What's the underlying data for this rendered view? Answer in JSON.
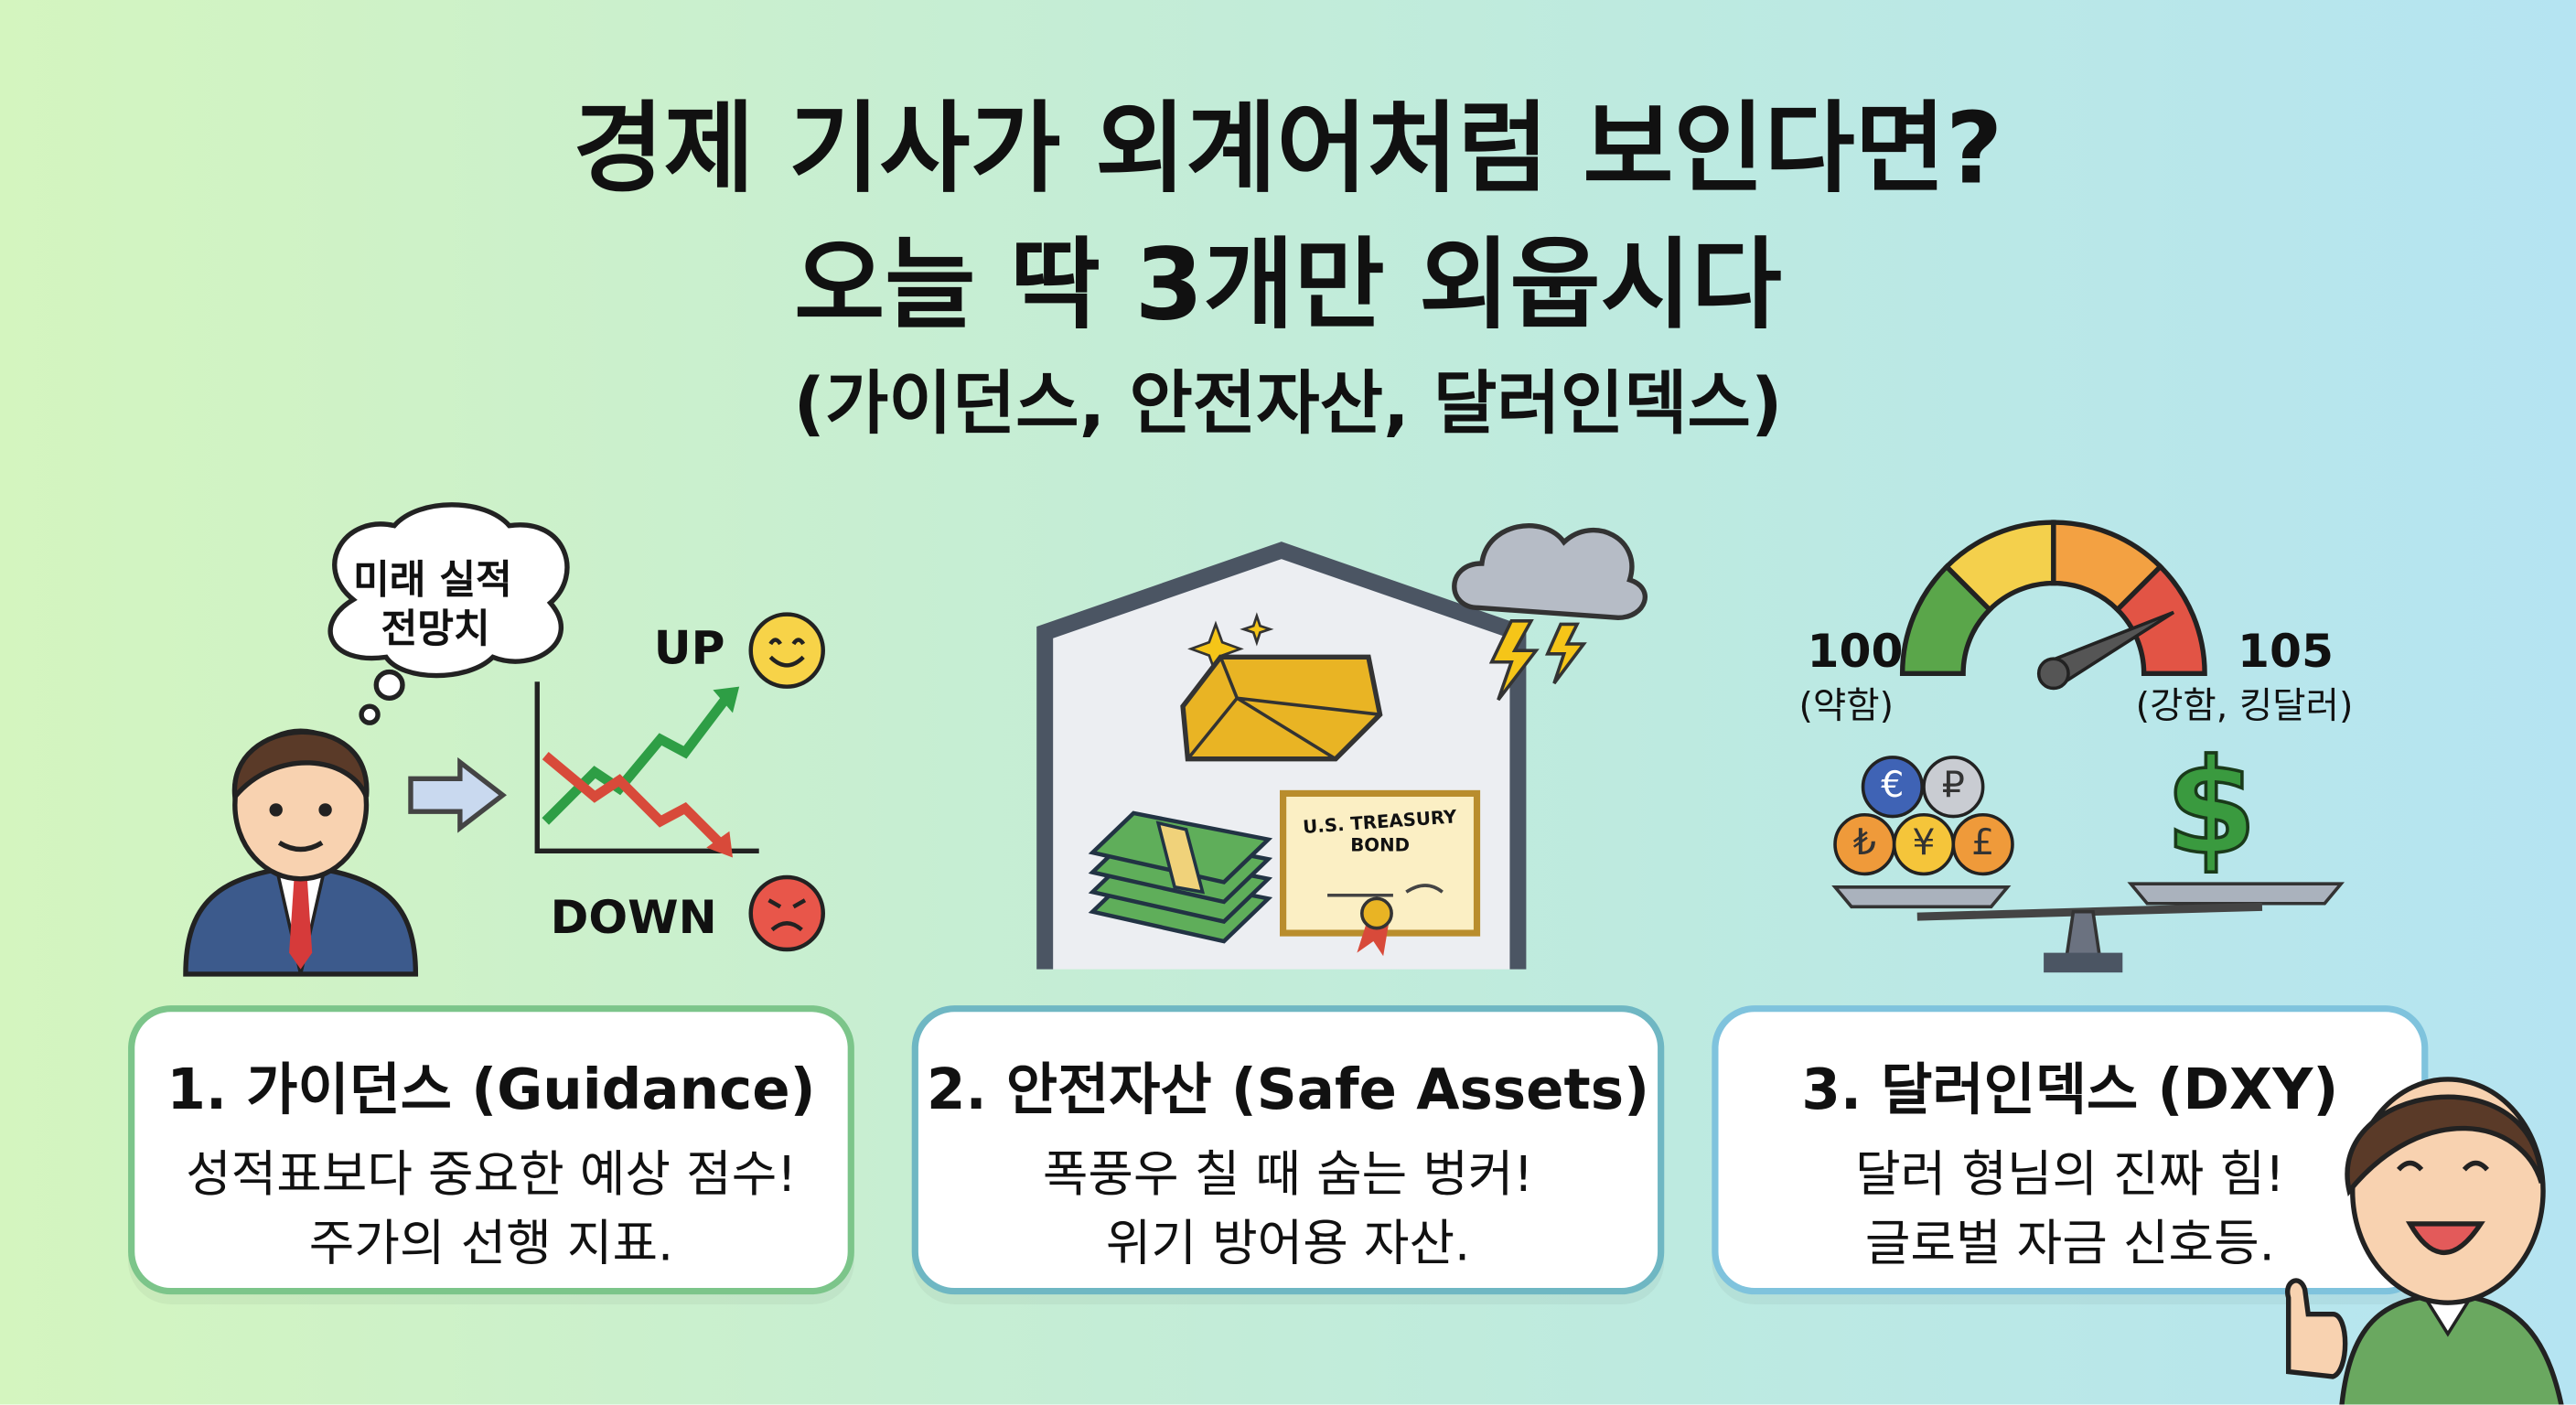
{
  "title": {
    "line1": "경제 기사가 외계어처럼 보인다면?",
    "line2": "오늘 딱 3개만 외웁시다",
    "line3": "(가이던스, 안전자산, 달러인덱스)"
  },
  "panel1": {
    "bubble_line1": "미래 실적",
    "bubble_line2": "전망치",
    "up_label": "UP",
    "down_label": "DOWN",
    "icons": [
      "businessman",
      "thought-bubble",
      "arrow-right",
      "line-chart",
      "smiley-face",
      "sad-face"
    ]
  },
  "panel2": {
    "bond_line1": "U.S. TREASURY",
    "bond_line2": "BOND",
    "icons": [
      "bunker",
      "storm-cloud",
      "lightning",
      "gold-bar",
      "cash-stack",
      "treasury-bond-certificate",
      "sparkle"
    ]
  },
  "panel3": {
    "gauge_min": "100",
    "gauge_min_note": "(약함)",
    "gauge_max": "105",
    "gauge_max_note": "(강함, 킹달러)",
    "gauge_level_percent": 85,
    "coin_symbols": [
      "€",
      "₽",
      "₺",
      "¥",
      "£"
    ],
    "dollar_symbol": "$",
    "gauge_colors": [
      "#5aa64a",
      "#f4d04c",
      "#f3a142",
      "#e25445"
    ],
    "icons": [
      "gauge",
      "currency-coins",
      "dollar-sign",
      "balance-scale"
    ]
  },
  "cards": [
    {
      "title": "1. 가이던스 (Guidance)",
      "line1": "성적표보다 중요한 예상 점수!",
      "line2": "주가의 선행 지표.",
      "border": "#7cc58a"
    },
    {
      "title": "2. 안전자산 (Safe Assets)",
      "line1": "폭풍우 칠 때 숨는 벙커!",
      "line2": "위기 방어용 자산.",
      "border": "#6fb7c3"
    },
    {
      "title": "3. 달러인덱스 (DXY)",
      "line1": "달러 형님의 진짜 힘!",
      "line2": "글로벌 자금 신호등.",
      "border": "#7fc3dd"
    }
  ]
}
